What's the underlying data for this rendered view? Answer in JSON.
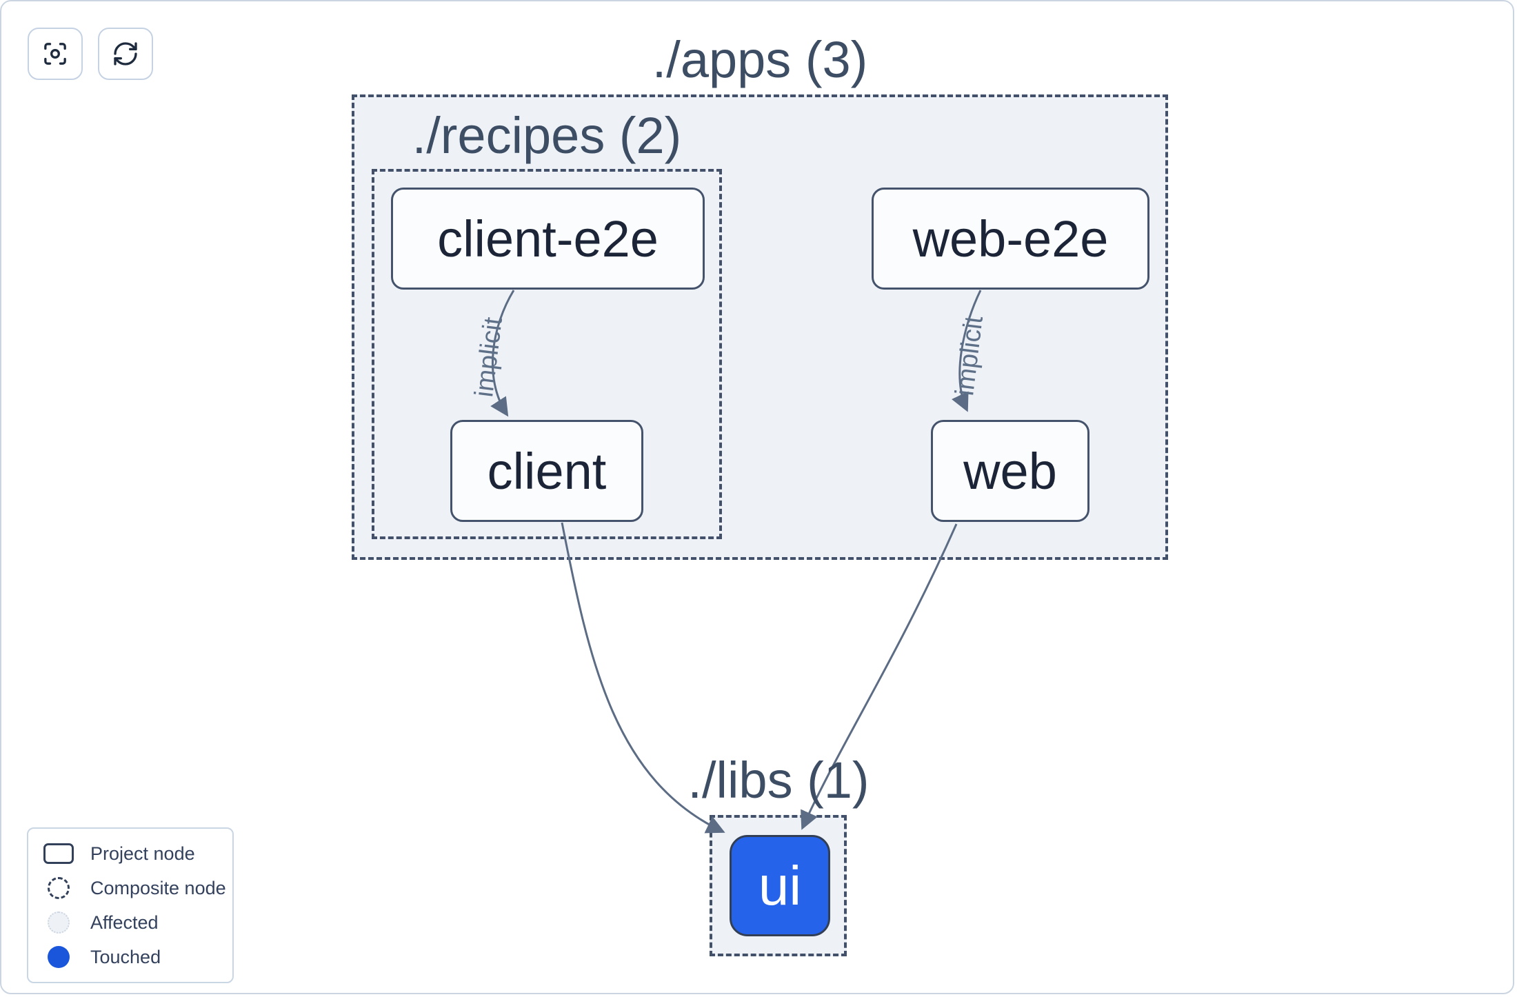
{
  "toolbar": {
    "buttons": [
      {
        "name": "center-graph",
        "icon": "focus-crosshair-icon"
      },
      {
        "name": "refresh-graph",
        "icon": "refresh-icon"
      }
    ]
  },
  "graph": {
    "groups": [
      {
        "id": "apps",
        "label": "./apps (3)"
      },
      {
        "id": "recipes",
        "label": "./recipes (2)"
      },
      {
        "id": "libs",
        "label": "./libs (1)"
      }
    ],
    "nodes": [
      {
        "id": "client-e2e",
        "label": "client-e2e",
        "state": "default"
      },
      {
        "id": "web-e2e",
        "label": "web-e2e",
        "state": "default"
      },
      {
        "id": "client",
        "label": "client",
        "state": "default"
      },
      {
        "id": "web",
        "label": "web",
        "state": "default"
      },
      {
        "id": "ui",
        "label": "ui",
        "state": "touched"
      }
    ],
    "edges": [
      {
        "from": "client-e2e",
        "to": "client",
        "label": "implicit"
      },
      {
        "from": "web-e2e",
        "to": "web",
        "label": "implicit"
      },
      {
        "from": "client",
        "to": "ui",
        "label": ""
      },
      {
        "from": "web",
        "to": "ui",
        "label": ""
      }
    ]
  },
  "legend": {
    "items": [
      {
        "label": "Project node",
        "icon": "project-node-swatch"
      },
      {
        "label": "Composite node",
        "icon": "composite-node-swatch"
      },
      {
        "label": "Affected",
        "icon": "affected-swatch"
      },
      {
        "label": "Touched",
        "icon": "touched-swatch"
      }
    ]
  },
  "colors": {
    "touched_blue": "#2563eb",
    "legend_touched_blue": "#1a56db",
    "edge": "#5c6c84",
    "node_border": "#44536b",
    "node_fill": "#fafcfe",
    "group_fill": "#eef2f7",
    "group_border": "#42506a",
    "node_text": "#1c2537",
    "title_text": "#3d4d63",
    "card_border": "#cbd5e1"
  }
}
